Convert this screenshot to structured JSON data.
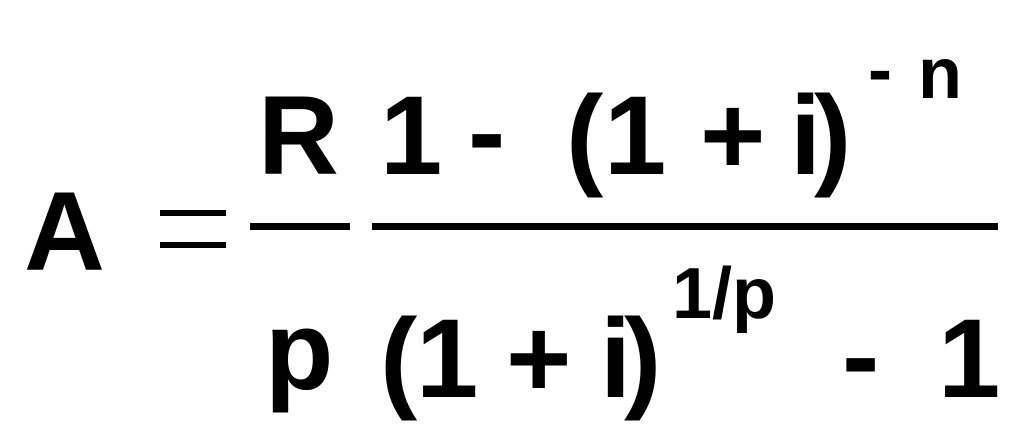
{
  "formula": {
    "lhs": "A",
    "coefficient": {
      "numerator": "R",
      "denominator": "p"
    },
    "main_fraction": {
      "numerator": {
        "one": "1",
        "minus": "-",
        "open_paren": "(",
        "inner_one": "1",
        "plus": "+",
        "i": "i",
        "close_paren": ")",
        "exponent_minus": "-",
        "exponent_n": "n"
      },
      "denominator": {
        "open_paren": "(",
        "inner_one": "1",
        "plus": "+",
        "i": "i",
        "close_paren": ")",
        "exponent": "1/p",
        "minus": "-",
        "one": "1"
      }
    },
    "colors": {
      "text": "#000000",
      "background": "#ffffff"
    }
  }
}
